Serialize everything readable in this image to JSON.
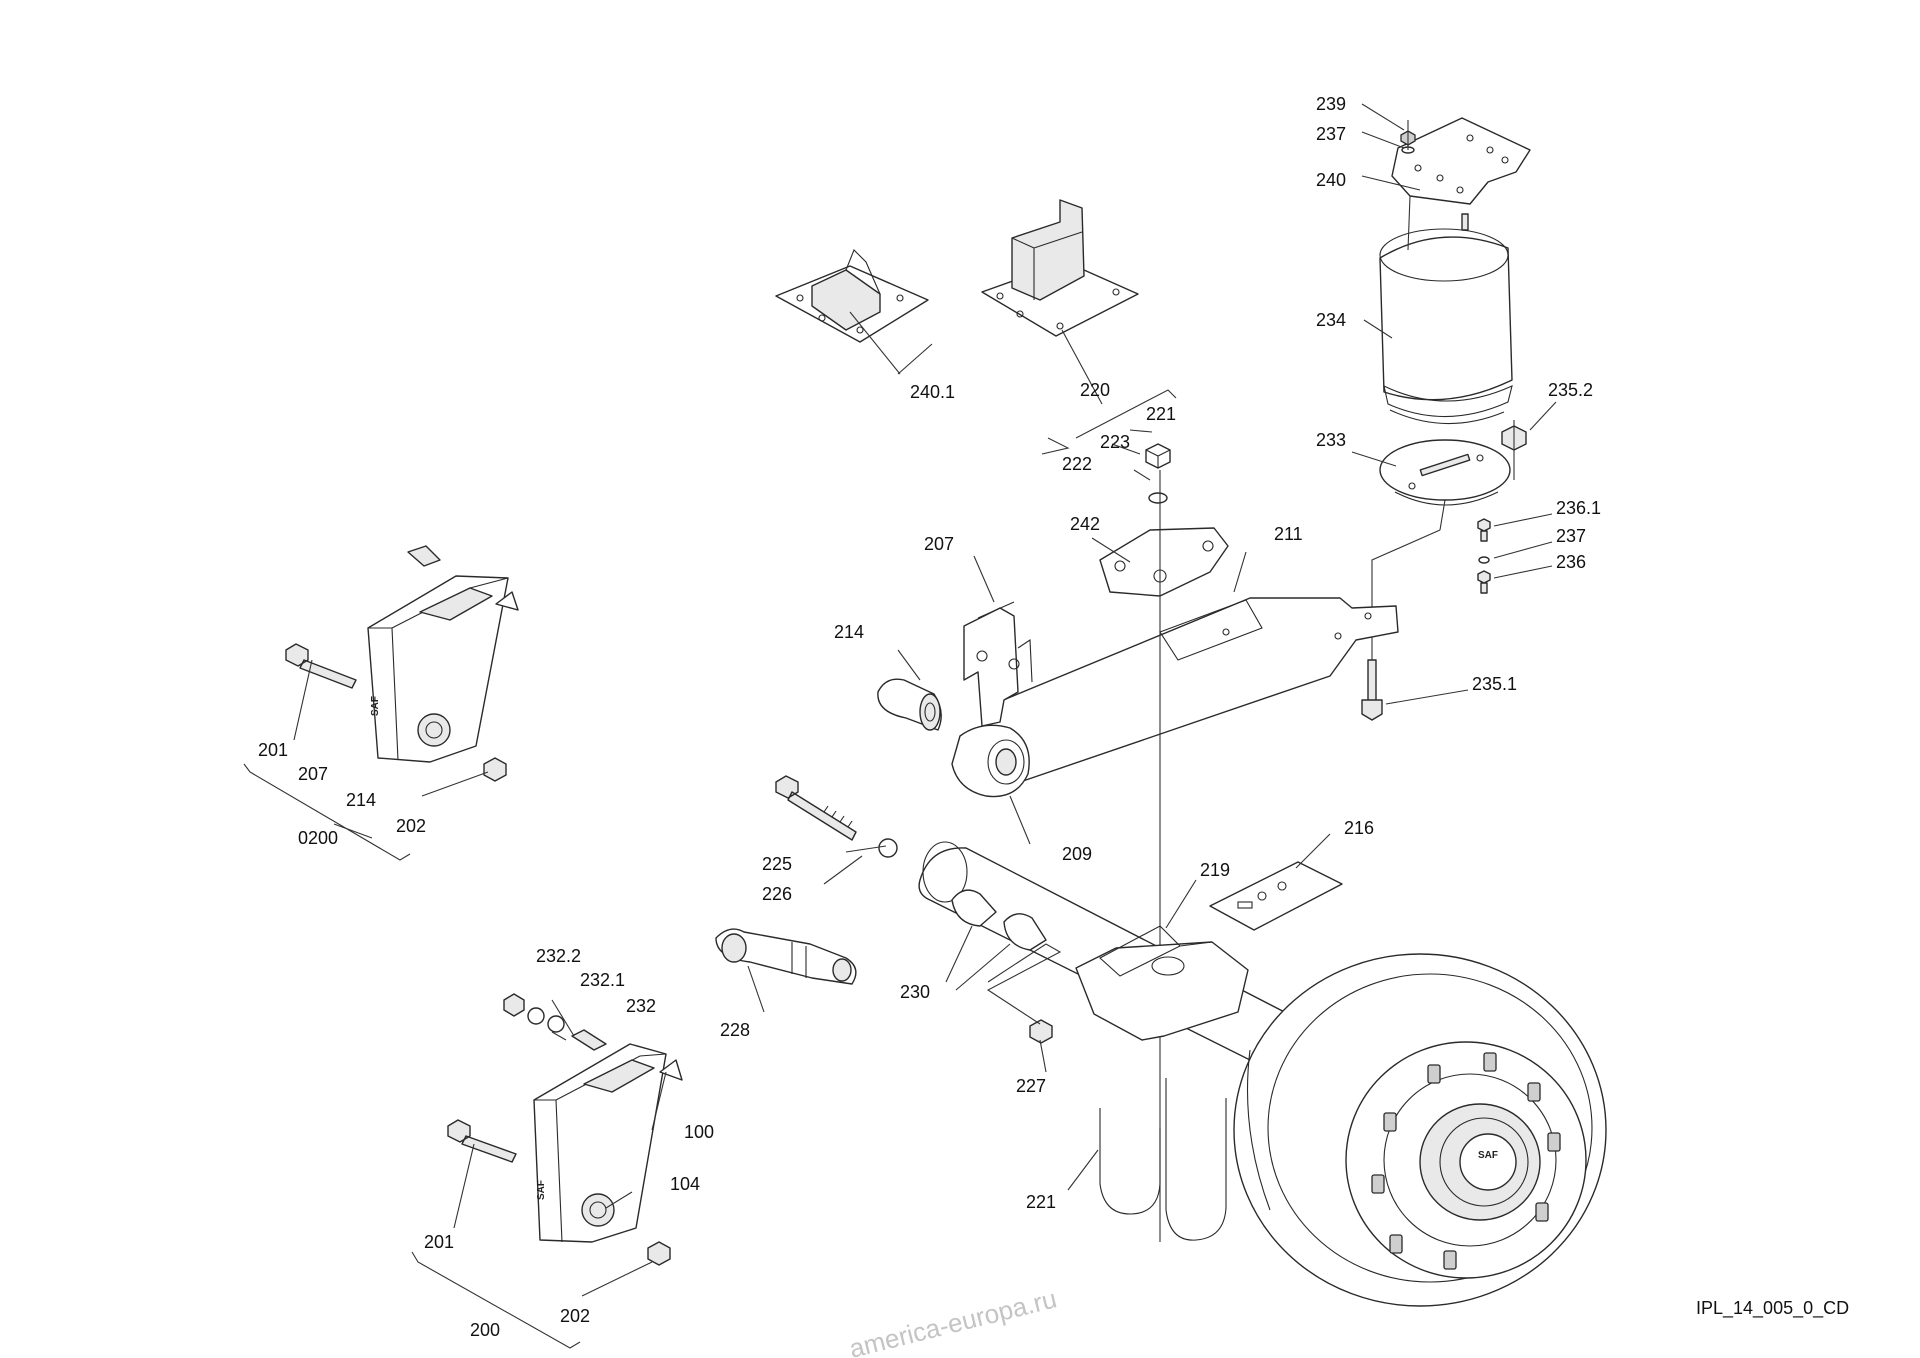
{
  "callouts": [
    "239",
    "237",
    "240",
    "234",
    "235.2",
    "233",
    "236.1",
    "237",
    "236",
    "235.1",
    "240.1",
    "220",
    "221",
    "223",
    "222",
    "242",
    "211",
    "207",
    "214",
    "209",
    "216",
    "219",
    "201",
    "207",
    "214",
    "202",
    "0200",
    "225",
    "226",
    "230",
    "228",
    "227",
    "232.2",
    "232.1",
    "232",
    "100",
    "104",
    "201",
    "202",
    "200",
    "221"
  ],
  "drawing_ref": "IPL_14_005_0_CD",
  "watermark": "america-europa.ru",
  "logo_text": "SAF"
}
